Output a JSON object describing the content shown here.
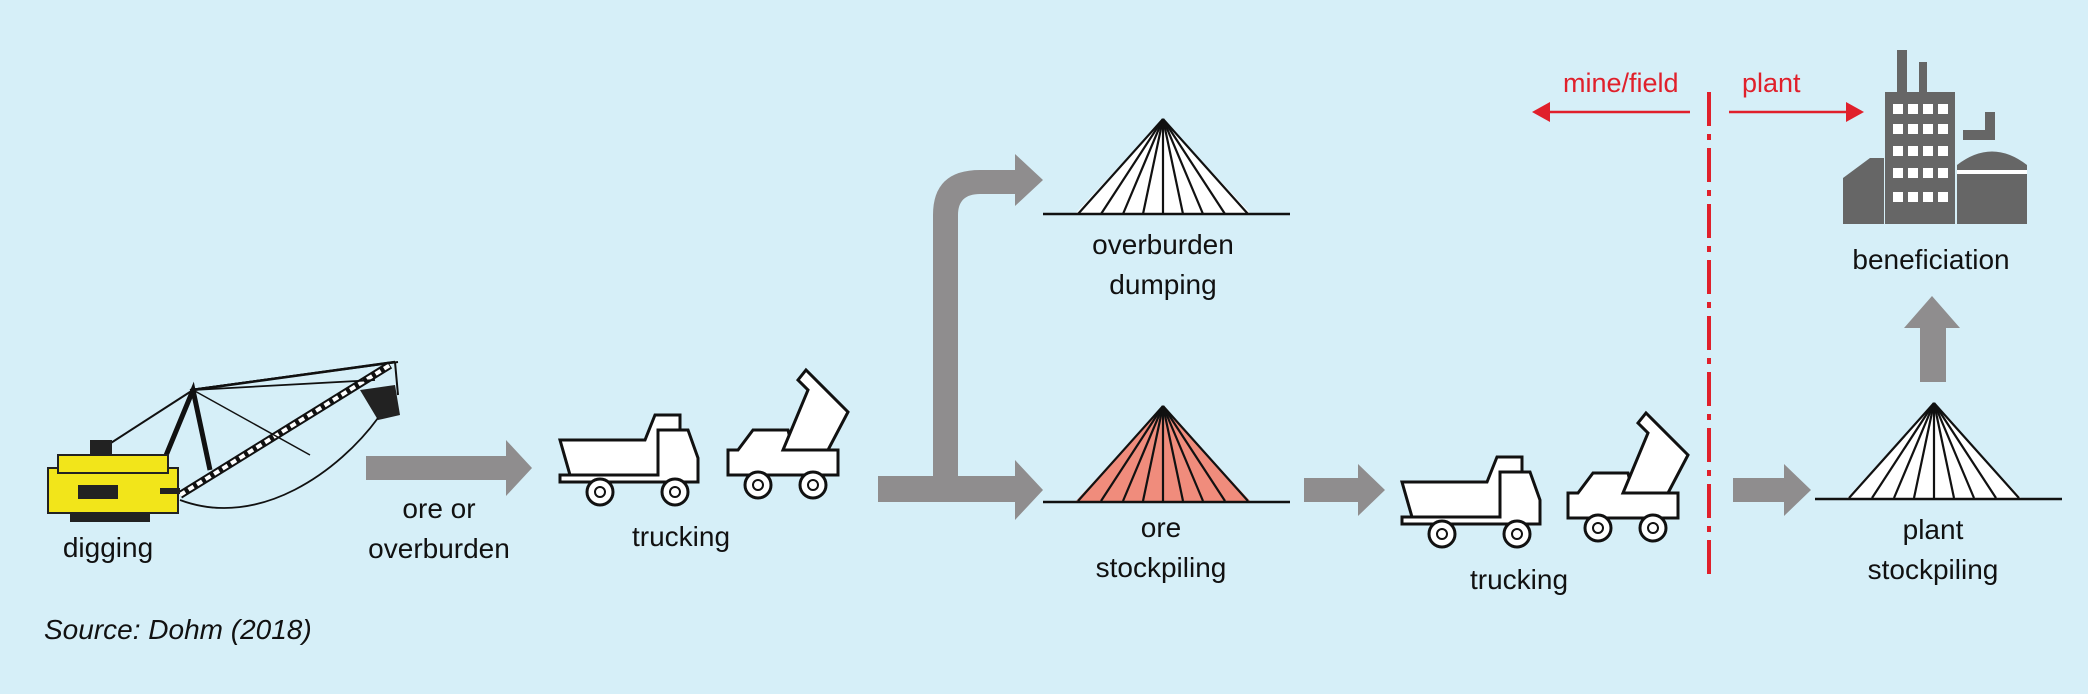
{
  "labels": {
    "digging": "digging",
    "ore_or_overburden": [
      "ore or",
      "overburden"
    ],
    "trucking_1": "trucking",
    "overburden_dumping": [
      "overburden",
      "dumping"
    ],
    "ore_stockpiling": [
      "ore",
      "stockpiling"
    ],
    "trucking_2": "trucking",
    "plant_stockpiling": [
      "plant",
      "stockpiling"
    ],
    "beneficiation": "beneficiation"
  },
  "boundary": {
    "left_label": "mine/field",
    "right_label": "plant"
  },
  "source": "Source: Dohm (2018)",
  "colors": {
    "background": "#d6eff8",
    "arrow": "#8f8d8e",
    "boundary": "#e0202b",
    "ore_pile": "#f08c7c",
    "dragline": "#f2e51a",
    "factory": "#666666"
  },
  "icons": [
    "dragline-excavator-icon",
    "haul-truck-icon",
    "dump-truck-icon",
    "stockpile-icon",
    "factory-icon"
  ]
}
